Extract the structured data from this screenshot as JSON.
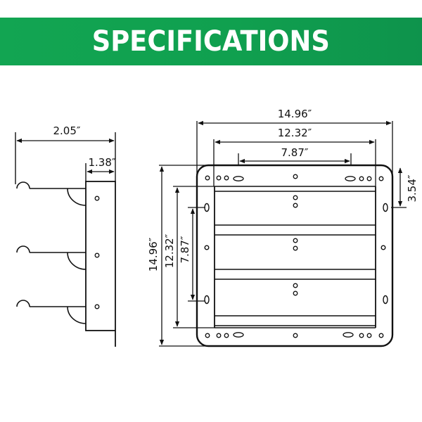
{
  "header": {
    "title": "SPECIFICATIONS",
    "background_color": "#10a04f",
    "text_color": "#ffffff"
  },
  "side_view": {
    "dimensions": {
      "overall_depth": "2.05″",
      "frame_depth": "1.38″"
    },
    "louver_count": 3
  },
  "front_view": {
    "dimensions": {
      "overall_width": "14.96″",
      "opening_width": "12.32″",
      "hole_spacing_horizontal": "7.87″",
      "overall_height": "14.96″",
      "opening_height": "12.32″",
      "hole_spacing_vertical": "7.87″",
      "hole_offset_from_top": "3.54″"
    },
    "louver_count": 3
  }
}
